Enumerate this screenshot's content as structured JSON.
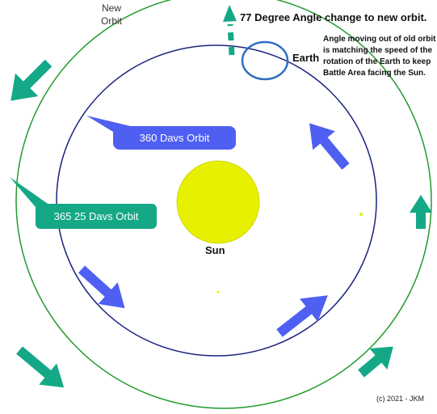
{
  "labels": {
    "new_orbit_line1": "New",
    "new_orbit_line2": "Orbit",
    "title": "77 Degree Angle change to new orbit.",
    "earth": "Earth",
    "note": "Angle moving out of old orbit is matching the speed of the rotation of the Earth to keep Battle Area facing the Sun.",
    "orbit_360": "360 Davs Orbit",
    "orbit_365": "365 25 Davs Orbit",
    "sun": "Sun",
    "copyright": "(c) 2021 - JKM"
  },
  "colors": {
    "new_orbit": "#1f9a2a",
    "old_orbit": "#1a237e",
    "sun_fill": "#e6f000",
    "earth_ring": "#2f6fc4",
    "green_arrow": "#14a887",
    "blue_arrow": "#4f5ff2"
  }
}
